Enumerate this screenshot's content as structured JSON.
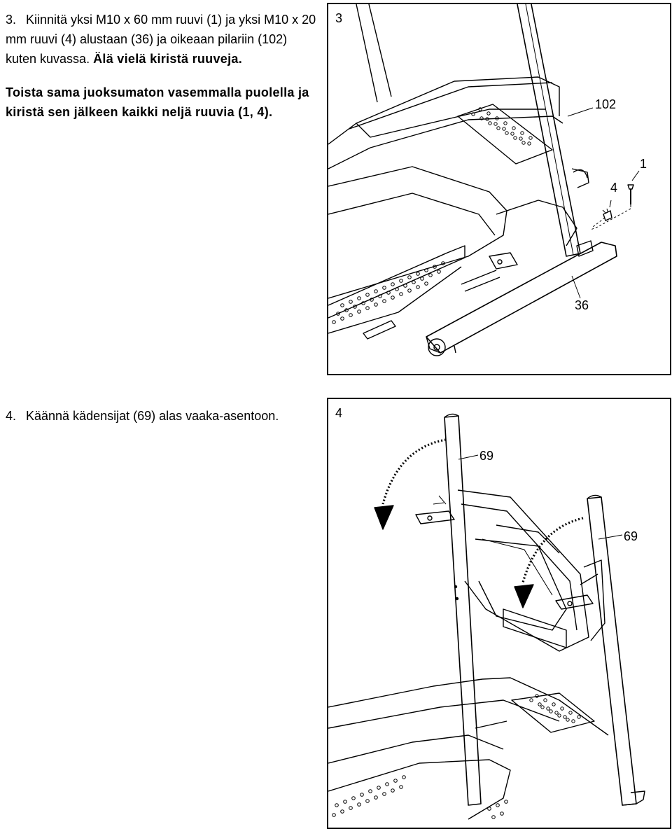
{
  "step3": {
    "number": "3.",
    "line1": "Kiinnitä yksi M10 x 60 mm ruuvi (1) ja yksi M10 x 20 mm ruuvi (4) alustaan (36) ja oikeaan pilariin (102) kuten kuvassa.",
    "line1_bold": "Älä vielä kiristä ruuveja.",
    "para2": "Toista sama juoksumaton vasemmalla puolella ja kiristä sen jälkeen kaikki neljä ruuvia (1, 4).",
    "figure": {
      "number": "3",
      "callouts": {
        "upright": "102",
        "screw_long": "1",
        "screw_short": "4",
        "base": "36"
      }
    }
  },
  "step4": {
    "number": "4.",
    "text": "Käännä kädensijat (69) alas vaaka-asentoon.",
    "figure": {
      "number": "4",
      "callouts": {
        "handle_left": "69",
        "handle_right": "69"
      }
    }
  }
}
